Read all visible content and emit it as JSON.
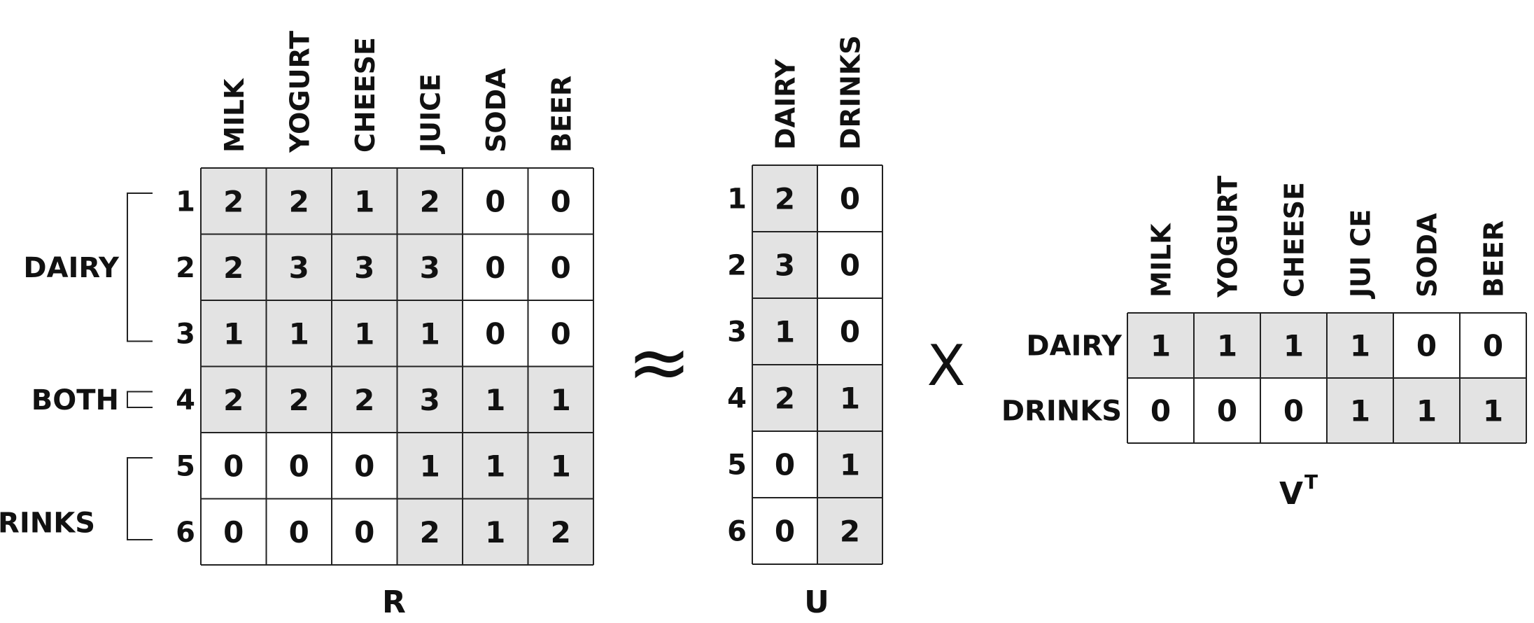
{
  "matrix_r": {
    "name": "R",
    "columns": [
      "MILK",
      "YOGURT",
      "CHEESE",
      "JUICE",
      "SODA",
      "BEER"
    ],
    "row_labels": [
      "1",
      "2",
      "3",
      "4",
      "5",
      "6"
    ],
    "values": [
      [
        2,
        2,
        1,
        2,
        0,
        0
      ],
      [
        2,
        3,
        3,
        3,
        0,
        0
      ],
      [
        1,
        1,
        1,
        1,
        0,
        0
      ],
      [
        2,
        2,
        2,
        3,
        1,
        1
      ],
      [
        0,
        0,
        0,
        1,
        1,
        1
      ],
      [
        0,
        0,
        0,
        2,
        1,
        2
      ]
    ],
    "groups": [
      {
        "label": "DAIRY",
        "rows": [
          1,
          3
        ]
      },
      {
        "label": "BOTH",
        "rows": [
          4,
          4
        ]
      },
      {
        "label": "DRINKS",
        "rows": [
          5,
          6
        ]
      }
    ]
  },
  "approx_symbol": "≈",
  "matrix_u": {
    "name": "U",
    "columns": [
      "DAIRY",
      "DRINKS"
    ],
    "row_labels": [
      "1",
      "2",
      "3",
      "4",
      "5",
      "6"
    ],
    "values": [
      [
        2,
        0
      ],
      [
        3,
        0
      ],
      [
        1,
        0
      ],
      [
        2,
        1
      ],
      [
        0,
        1
      ],
      [
        0,
        2
      ]
    ]
  },
  "times_symbol": "X",
  "matrix_vt": {
    "name": "V",
    "name_superscript": "T",
    "columns": [
      "MILK",
      "YOGURT",
      "CHEESE",
      "JUI CE",
      "SODA",
      "BEER"
    ],
    "row_labels": [
      "DAIRY",
      "DRINKS"
    ],
    "values": [
      [
        1,
        1,
        1,
        1,
        0,
        0
      ],
      [
        0,
        0,
        0,
        1,
        1,
        1
      ]
    ]
  },
  "colors": {
    "shaded_cell": "#e3e3e3",
    "unshaded_cell": "#ffffff",
    "line": "#222222",
    "text": "#111111"
  }
}
